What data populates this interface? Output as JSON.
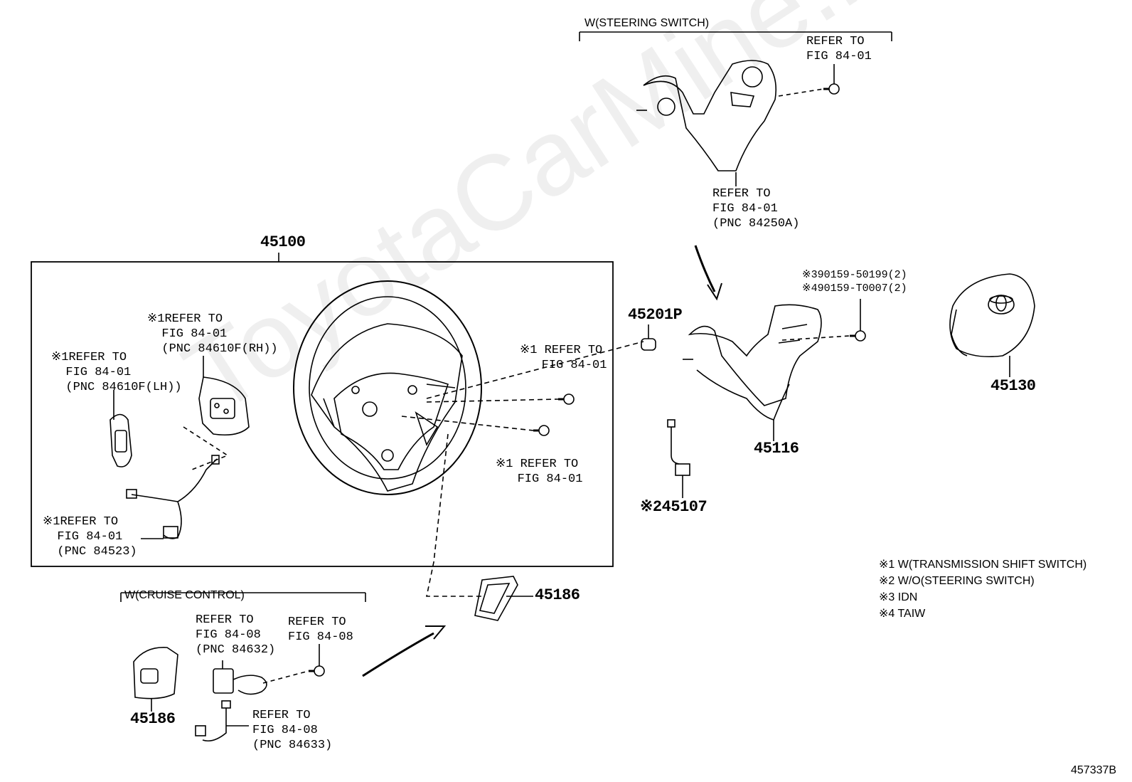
{
  "watermark": "ToyotaCarMine.ru",
  "groups": {
    "steering_switch": "W(STEERING SWITCH)",
    "cruise_control": "W(CRUISE CONTROL)"
  },
  "parts": {
    "p45100": "45100",
    "p45201p": "45201P",
    "p45130": "45130",
    "p45116": "45116",
    "p45107": "※245107",
    "p45186_right": "45186",
    "p45186_left": "45186"
  },
  "callouts": {
    "ref_top_right": "REFER TO\nFIG 84-01",
    "ref_84250a": "REFER TO\nFIG 84-01\n(PNC 84250A)",
    "bolts": "※390159-50199(2)\n※490159-T0007(2)",
    "ref_84610f_rh": "※1REFER TO\n  FIG 84-01\n  (PNC 84610F(RH))",
    "ref_84610f_lh": "※1REFER TO\n  FIG 84-01\n  (PNC 84610F(LH))",
    "ref_screw_upper": "※1 REFER TO\n   FIG 84-01",
    "ref_screw_lower": "※1 REFER TO\n   FIG 84-01",
    "ref_84523": "※1REFER TO\n  FIG 84-01\n  (PNC 84523)",
    "ref_84632": "REFER TO\nFIG 84-08\n(PNC 84632)",
    "ref_84_08": "REFER TO\nFIG 84-08",
    "ref_84633": "REFER TO\nFIG 84-08\n(PNC 84633)"
  },
  "notes": [
    "※1 W(TRANSMISSION SHIFT SWITCH)",
    "※2 W/O(STEERING SWITCH)",
    "※3 IDN",
    "※4 TAIW"
  ],
  "figure_id": "457337B"
}
